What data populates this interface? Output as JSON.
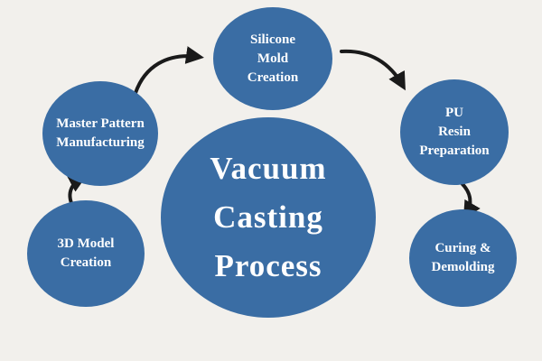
{
  "diagram_title": "Vacuum Casting Process",
  "center": {
    "label": "Vacuum Casting Process",
    "lines": [
      "Vacuum",
      "Casting",
      "Process"
    ]
  },
  "nodes": [
    {
      "label": "3D Model Creation",
      "lines": [
        "3D Model",
        "Creation"
      ]
    },
    {
      "label": "Master Pattern Manufacturing",
      "lines": [
        "Master Pattern",
        "Manufacturing"
      ]
    },
    {
      "label": "Silicone Mold Creation",
      "lines": [
        "Silicone",
        "Mold",
        "Creation"
      ]
    },
    {
      "label": "PU Resin Preparation",
      "lines": [
        "PU",
        "Resin",
        "Preparation"
      ]
    },
    {
      "label": "Curing & Demolding",
      "lines": [
        "Curing &",
        "Demolding"
      ]
    }
  ],
  "flow": [
    "3D Model Creation",
    "Master Pattern Manufacturing",
    "Silicone Mold Creation",
    "PU Resin Preparation",
    "Curing & Demolding"
  ],
  "colors": {
    "background": "#f2f0ec",
    "circle": "#3a6da4",
    "text": "#ffffff",
    "arrow": "#1a1a1a"
  }
}
